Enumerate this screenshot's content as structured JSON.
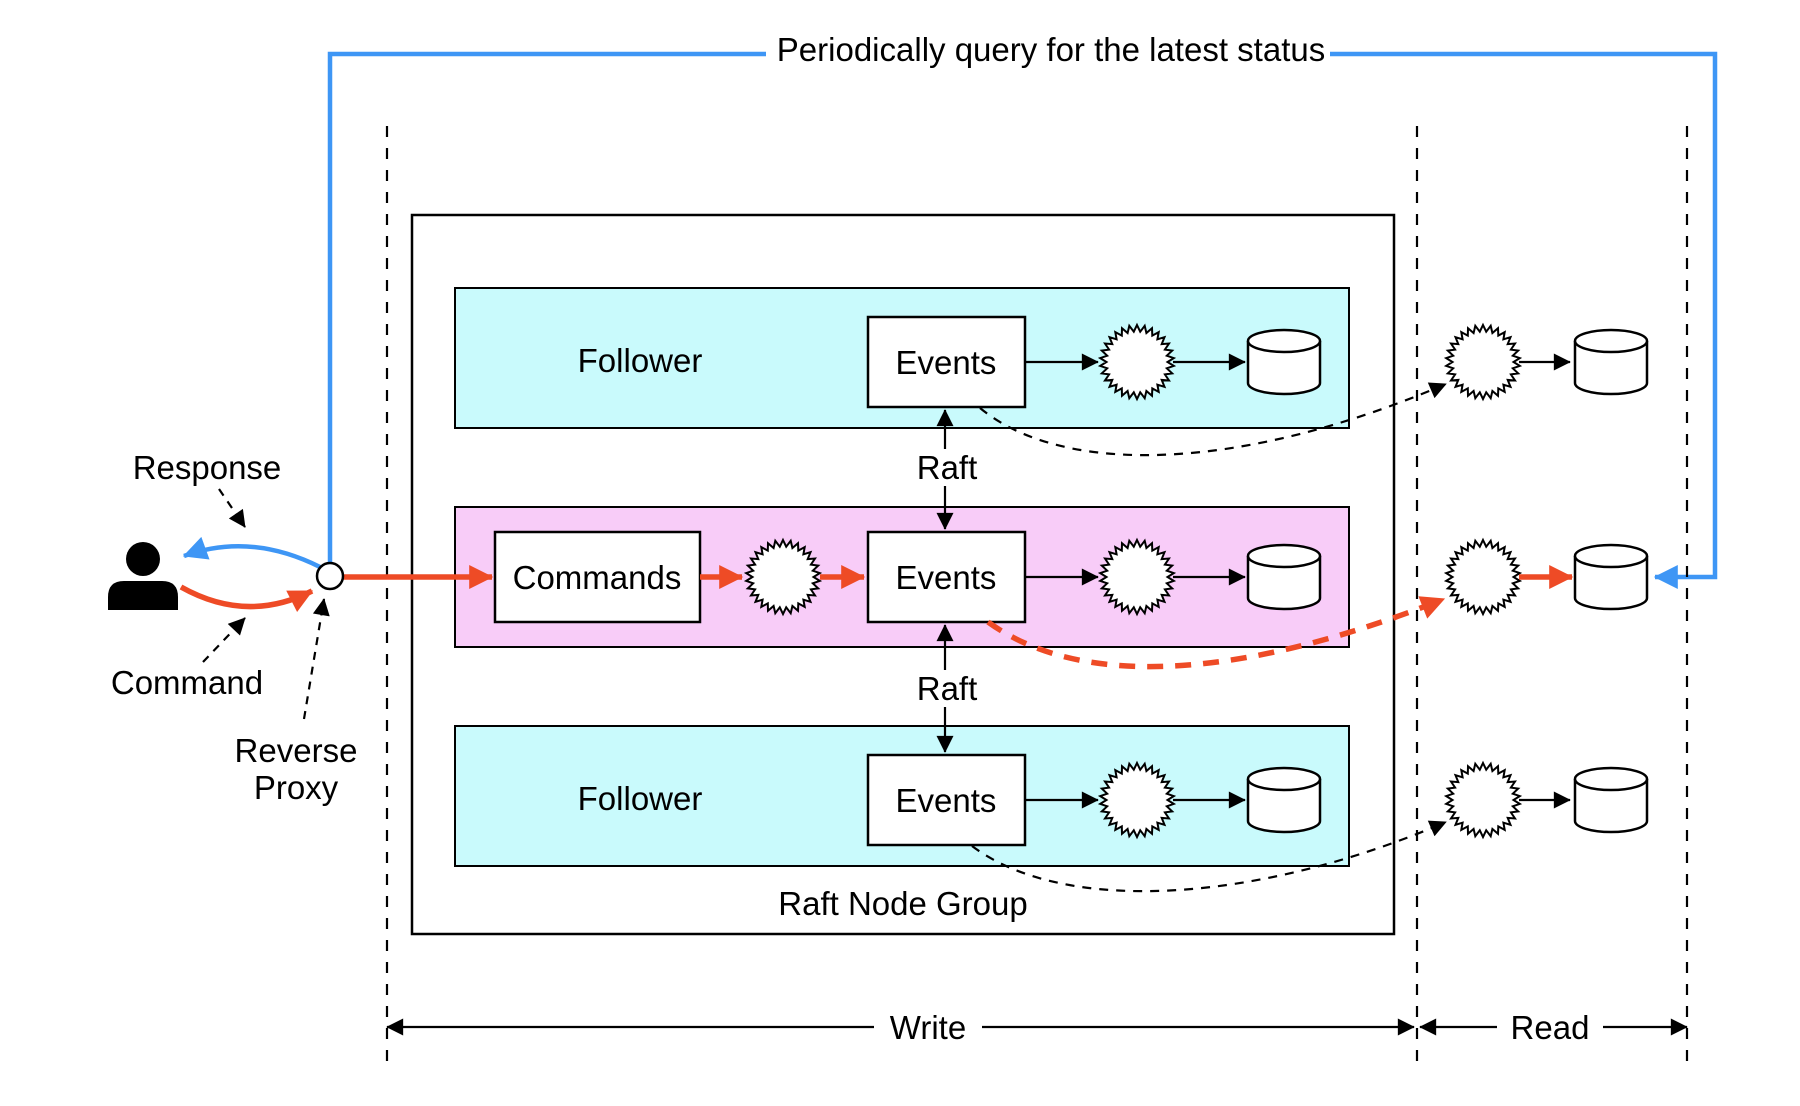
{
  "title": "Periodically query for the latest status",
  "client": {
    "response_label": "Response",
    "command_label": "Command",
    "reverse_proxy_label_line1": "Reverse",
    "reverse_proxy_label_line2": "Proxy"
  },
  "raft_group": {
    "label": "Raft Node Group",
    "follower_top": {
      "role_label": "Follower",
      "events_label": "Events"
    },
    "leader": {
      "commands_label": "Commands",
      "events_label": "Events"
    },
    "follower_bottom": {
      "role_label": "Follower",
      "events_label": "Events"
    },
    "raft_link_top_label": "Raft",
    "raft_link_bottom_label": "Raft"
  },
  "spans": {
    "write_label": "Write",
    "read_label": "Read"
  },
  "colors": {
    "follower_fill": "#C9FAFC",
    "leader_fill": "#F8CCF8",
    "command_red": "#EE4B26",
    "query_blue": "#3E96F5"
  }
}
